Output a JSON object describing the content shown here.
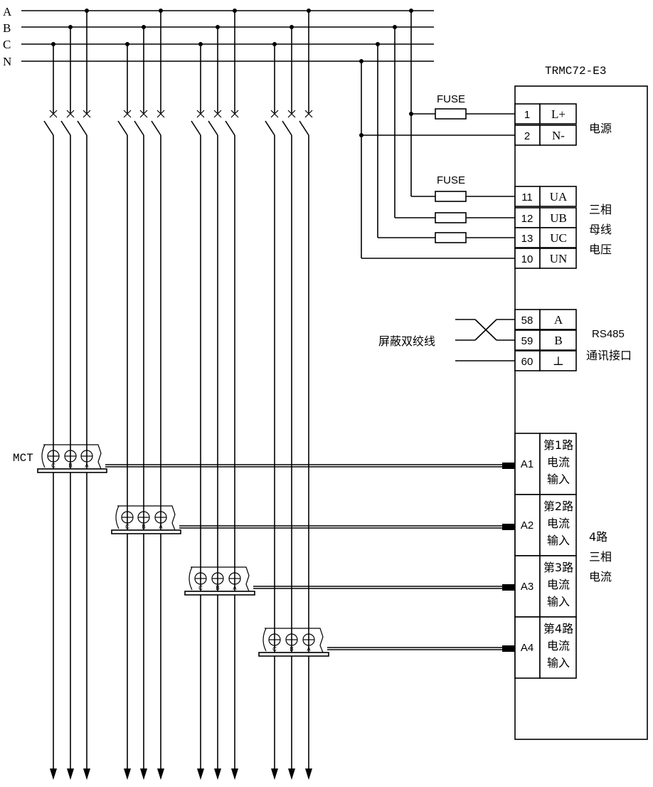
{
  "buses": [
    "A",
    "B",
    "C",
    "N"
  ],
  "device_model": "TRMC72-E3",
  "fuse_labels": [
    "FUSE",
    "FUSE"
  ],
  "power": {
    "terminals": [
      {
        "num": "1",
        "sig": "L+"
      },
      {
        "num": "2",
        "sig": "N-"
      }
    ],
    "label": "电源"
  },
  "voltage": {
    "terminals": [
      {
        "num": "11",
        "sig": "UA"
      },
      {
        "num": "12",
        "sig": "UB"
      },
      {
        "num": "13",
        "sig": "UC"
      },
      {
        "num": "10",
        "sig": "UN"
      }
    ],
    "label_lines": [
      "三相",
      "母线",
      "电压"
    ]
  },
  "rs485": {
    "terminals": [
      {
        "num": "58",
        "sig": "A"
      },
      {
        "num": "59",
        "sig": "B"
      },
      {
        "num": "60",
        "sig": "⊥"
      }
    ],
    "cable_label": "屏蔽双绞线",
    "label_lines": [
      "RS485",
      "通讯接口"
    ]
  },
  "current": {
    "mct_label": "MCT",
    "ct_phases": [
      "C",
      "B",
      "A"
    ],
    "inputs": [
      {
        "id": "A1",
        "lines": [
          "第1路",
          "电流",
          "输入"
        ]
      },
      {
        "id": "A2",
        "lines": [
          "第2路",
          "电流",
          "输入"
        ]
      },
      {
        "id": "A3",
        "lines": [
          "第3路",
          "电流",
          "输入"
        ]
      },
      {
        "id": "A4",
        "lines": [
          "第4路",
          "电流",
          "输入"
        ]
      }
    ],
    "label_lines": [
      "4路",
      "三相",
      "电流"
    ]
  }
}
